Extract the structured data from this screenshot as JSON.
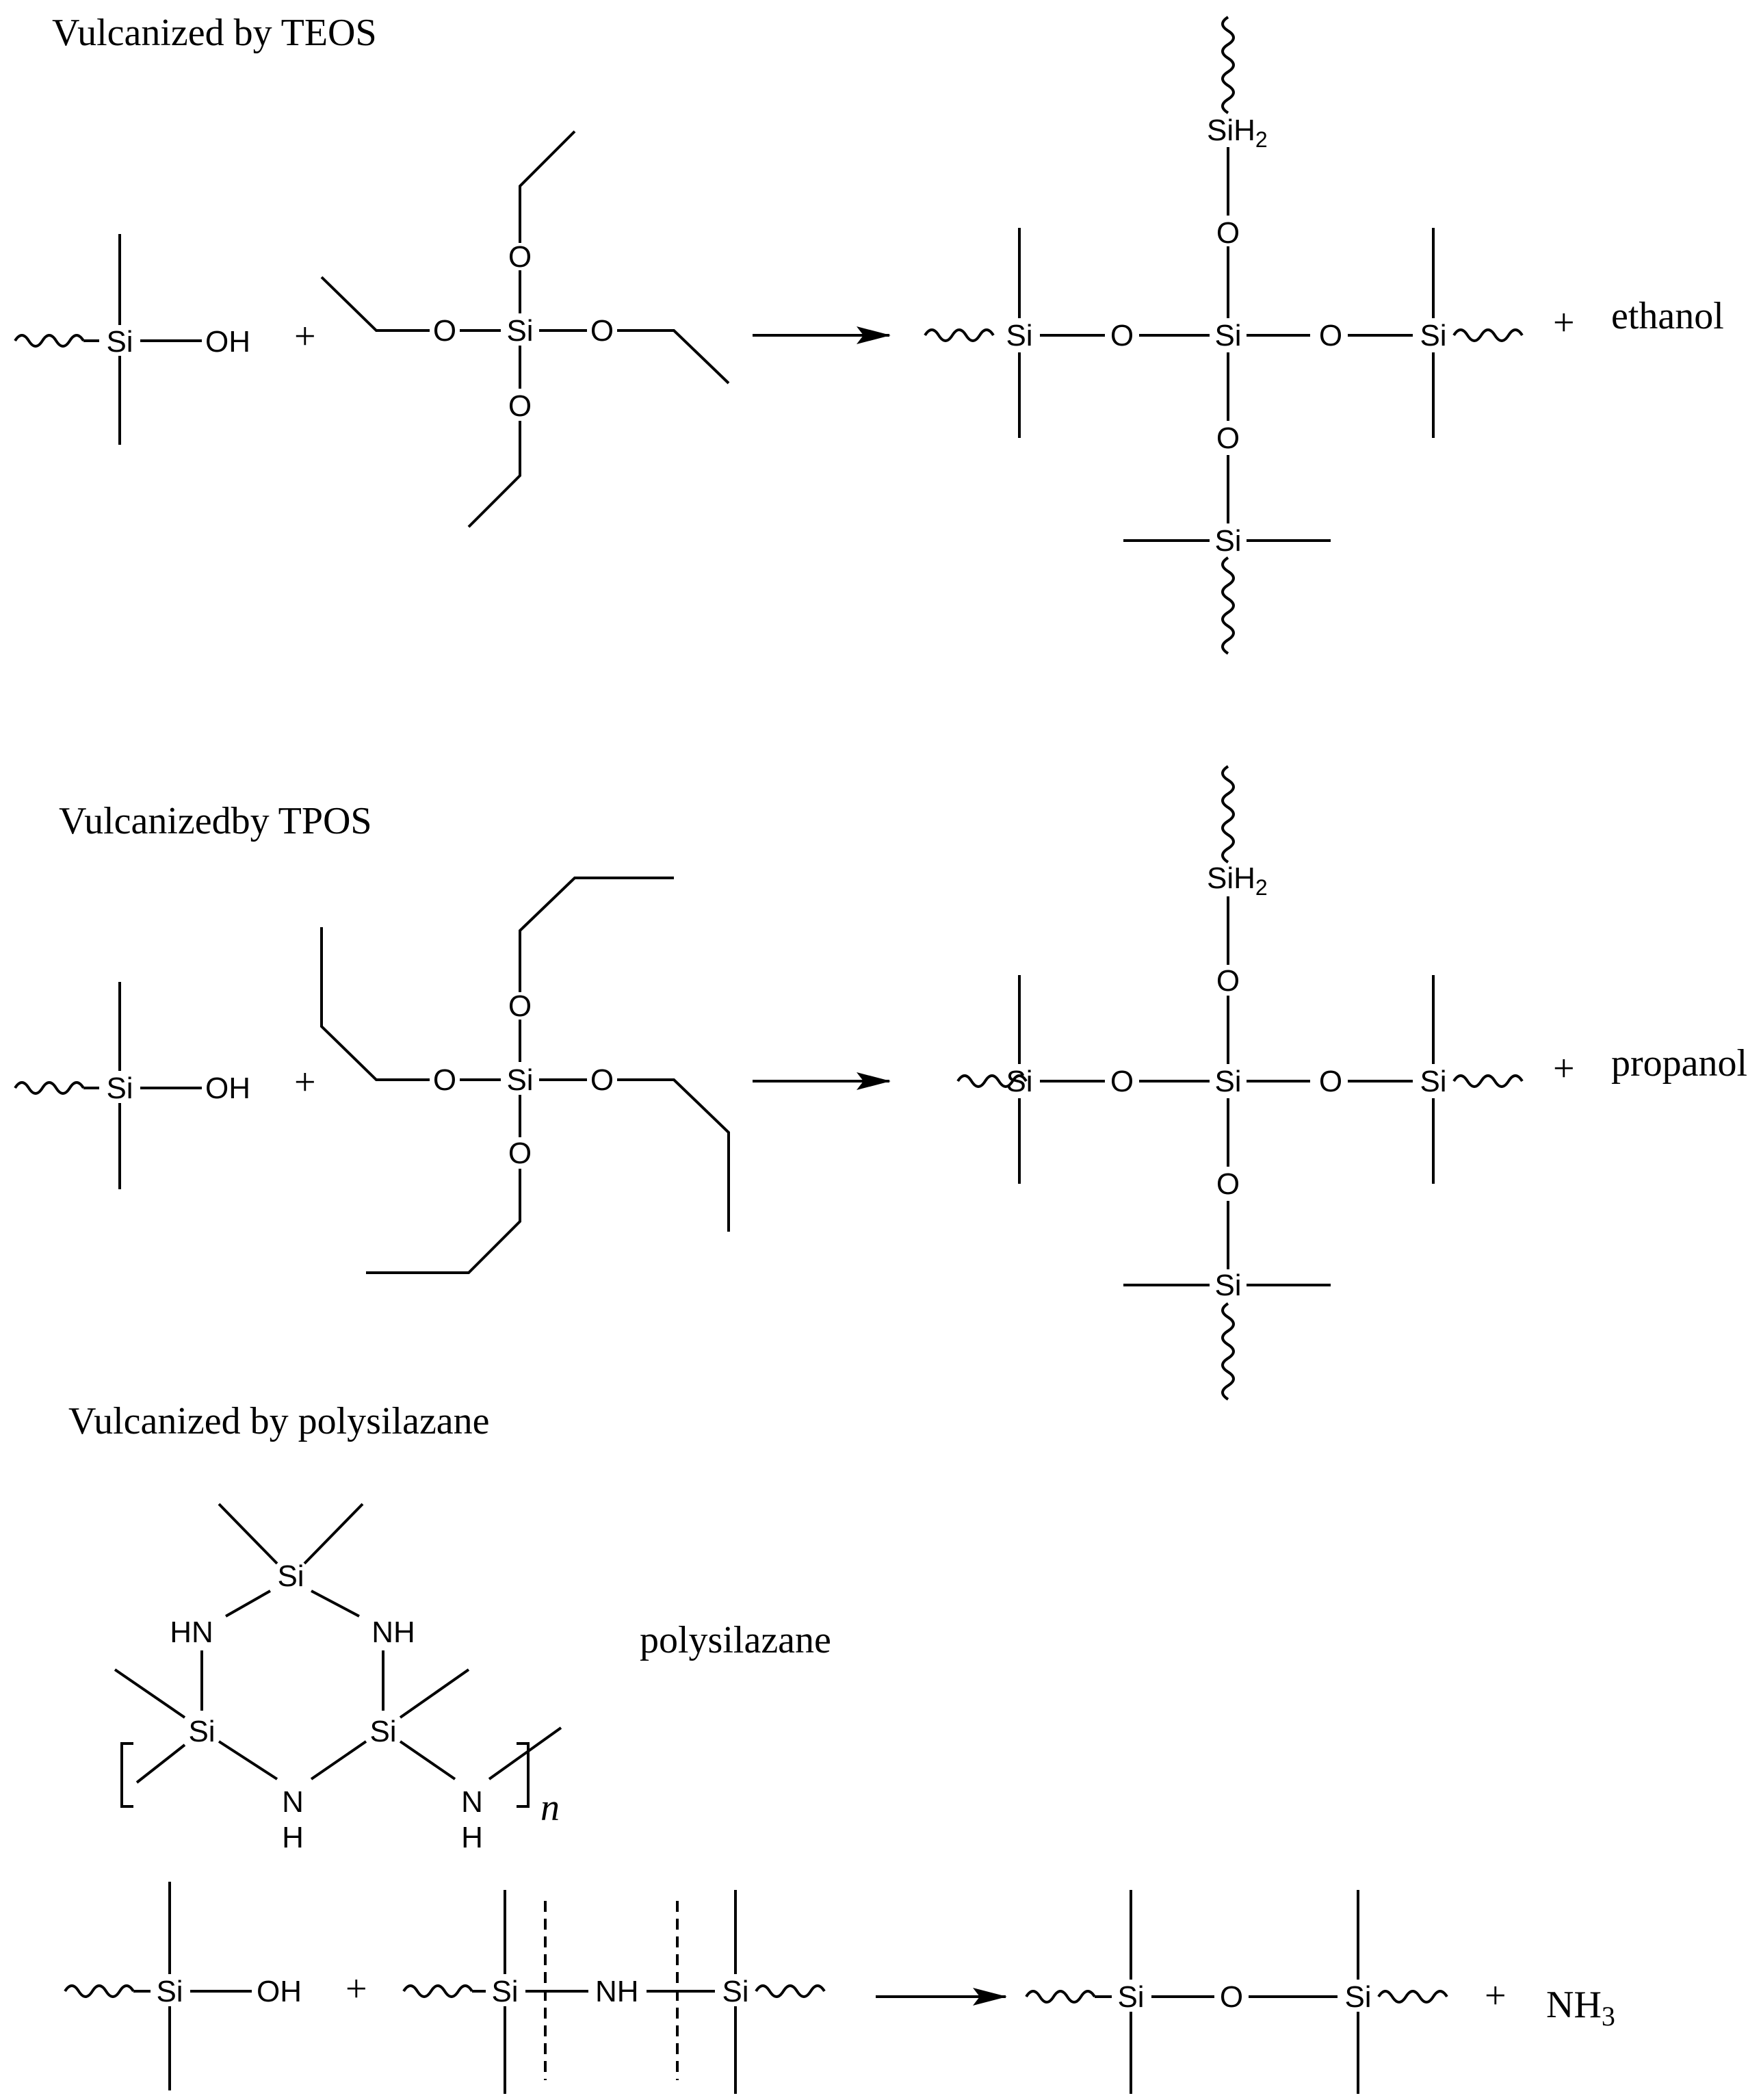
{
  "sections": {
    "teos": {
      "title": "Vulcanized by TEOS",
      "byproduct": "ethanol"
    },
    "tpos": {
      "title": "Vulcanizedby TPOS",
      "byproduct": "propanol"
    },
    "polysilazane": {
      "title": "Vulcanized by polysilazane",
      "structure_label": "polysilazane",
      "repeat_index": "n",
      "byproduct": "NH",
      "byproduct_subscript": "3"
    }
  },
  "atoms": {
    "si": "Si",
    "o": "O",
    "oh": "OH",
    "hn": "HN",
    "nh": "NH",
    "n": "N",
    "h": "H",
    "sih2": "SiH",
    "sih2_subscript": "2"
  },
  "symbols": {
    "plus": "+"
  },
  "icons": {
    "reaction_arrow": "arrow-right-icon",
    "polymer_chain": "wavy-bond-icon"
  }
}
